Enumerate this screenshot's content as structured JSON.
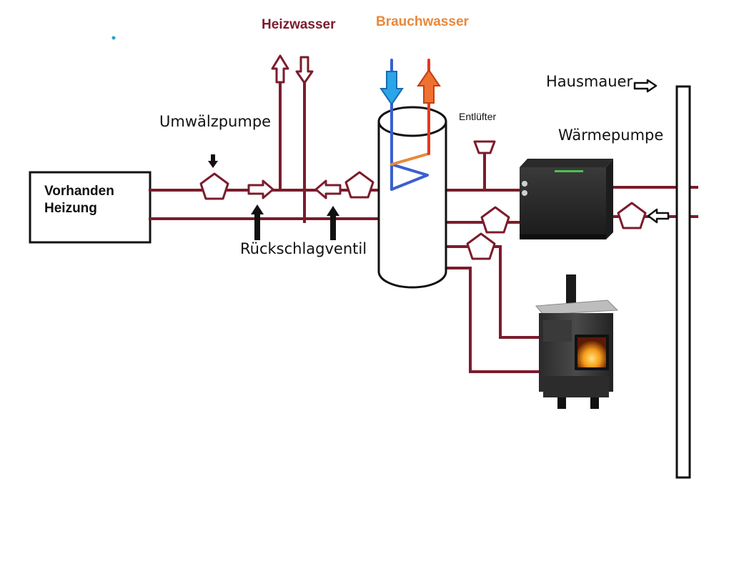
{
  "labels": {
    "heizwasser": "Heizwasser",
    "brauchwasser": "Brauchwasser",
    "umwaelzpumpe": "Umwälzpumpe",
    "entluefter": "Entlüfter",
    "hausmauer": "Hausmauer",
    "waermepumpe": "Wärmepumpe",
    "rueckschlagventil": "Rückschlagventil",
    "vorhanden_heizung_line1": "Vorhanden",
    "vorhanden_heizung_line2": "Heizung"
  },
  "colors": {
    "pipe": "#7b1c2c",
    "heizwasser_text": "#7b1c2c",
    "brauchwasser_text": "#e8883a",
    "cold_water": "#3a5fd0",
    "cold_arrow": "#2aa6e8",
    "hot_water": "#e23a1f",
    "hot_arrow": "#f07030",
    "black": "#111111"
  },
  "icons": {
    "pump": "pentagon-pump-icon",
    "arrow": "flow-arrow-icon",
    "heat_pump": "heat-pump-unit-icon",
    "stove": "wood-stove-icon"
  }
}
